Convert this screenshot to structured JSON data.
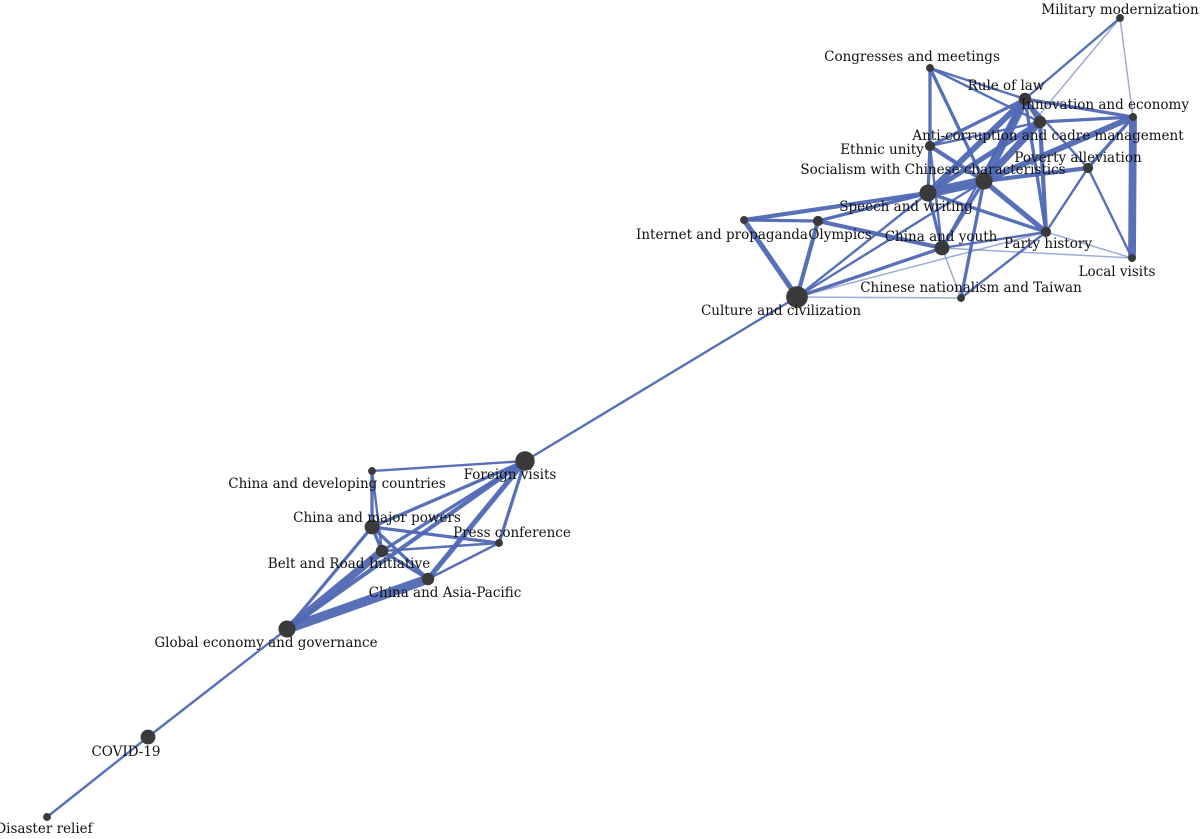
{
  "colors": {
    "edge": "#4f68b4",
    "node": "#3a3a3a",
    "label": "#111111",
    "background": "#ffffff"
  },
  "nodes": [
    {
      "id": "military",
      "label": "Military modernization",
      "weight": 1
    },
    {
      "id": "congresses",
      "label": "Congresses and meetings",
      "weight": 1
    },
    {
      "id": "rule_of_law",
      "label": "Rule of law",
      "weight": 3
    },
    {
      "id": "innovation",
      "label": "Innovation and economy",
      "weight": 1
    },
    {
      "id": "anticorruption",
      "label": "Anti-corruption and cadre management",
      "weight": 3
    },
    {
      "id": "ethnic",
      "label": "Ethnic unity",
      "weight": 2
    },
    {
      "id": "poverty",
      "label": "Poverty alleviation",
      "weight": 2
    },
    {
      "id": "socialism",
      "label": "Socialism with Chinese characteristics",
      "weight": 5
    },
    {
      "id": "speech",
      "label": "Speech and writing",
      "weight": 5
    },
    {
      "id": "internet",
      "label": "Internet and propaganda",
      "weight": 1
    },
    {
      "id": "olympics",
      "label": "Olympics",
      "weight": 2
    },
    {
      "id": "youth",
      "label": "China and youth",
      "weight": 4
    },
    {
      "id": "party",
      "label": "Party history",
      "weight": 2
    },
    {
      "id": "local",
      "label": "Local visits",
      "weight": 1
    },
    {
      "id": "nationalism",
      "label": "Chinese nationalism and Taiwan",
      "weight": 1
    },
    {
      "id": "culture",
      "label": "Culture and civilization",
      "weight": 7
    },
    {
      "id": "foreign",
      "label": "Foreign visits",
      "weight": 6
    },
    {
      "id": "developing",
      "label": "China and developing countries",
      "weight": 1
    },
    {
      "id": "major",
      "label": "China and major powers",
      "weight": 4
    },
    {
      "id": "press",
      "label": "Press conference",
      "weight": 1
    },
    {
      "id": "bri",
      "label": "Belt and Road Initiative",
      "weight": 3
    },
    {
      "id": "asiapac",
      "label": "China and Asia-Pacific",
      "weight": 3
    },
    {
      "id": "global",
      "label": "Global economy and governance",
      "weight": 5
    },
    {
      "id": "covid",
      "label": "COVID-19",
      "weight": 4
    },
    {
      "id": "disaster",
      "label": "Disaster relief",
      "weight": 1
    }
  ],
  "edges": [
    {
      "source": "military",
      "target": "rule_of_law",
      "weight": 2
    },
    {
      "source": "military",
      "target": "innovation",
      "weight": 1
    },
    {
      "source": "military",
      "target": "socialism",
      "weight": 1
    },
    {
      "source": "congresses",
      "target": "rule_of_law",
      "weight": 2
    },
    {
      "source": "congresses",
      "target": "ethnic",
      "weight": 3
    },
    {
      "source": "congresses",
      "target": "socialism",
      "weight": 3
    },
    {
      "source": "congresses",
      "target": "anticorruption",
      "weight": 2
    },
    {
      "source": "rule_of_law",
      "target": "innovation",
      "weight": 3
    },
    {
      "source": "rule_of_law",
      "target": "anticorruption",
      "weight": 4
    },
    {
      "source": "rule_of_law",
      "target": "socialism",
      "weight": 9
    },
    {
      "source": "rule_of_law",
      "target": "speech",
      "weight": 6
    },
    {
      "source": "rule_of_law",
      "target": "ethnic",
      "weight": 3
    },
    {
      "source": "rule_of_law",
      "target": "poverty",
      "weight": 2
    },
    {
      "source": "rule_of_law",
      "target": "youth",
      "weight": 2
    },
    {
      "source": "rule_of_law",
      "target": "party",
      "weight": 3
    },
    {
      "source": "innovation",
      "target": "socialism",
      "weight": 6
    },
    {
      "source": "innovation",
      "target": "anticorruption",
      "weight": 3
    },
    {
      "source": "innovation",
      "target": "poverty",
      "weight": 3
    },
    {
      "source": "innovation",
      "target": "local",
      "weight": 8
    },
    {
      "source": "anticorruption",
      "target": "socialism",
      "weight": 7
    },
    {
      "source": "anticorruption",
      "target": "speech",
      "weight": 5
    },
    {
      "source": "anticorruption",
      "target": "party",
      "weight": 4
    },
    {
      "source": "anticorruption",
      "target": "ethnic",
      "weight": 2
    },
    {
      "source": "ethnic",
      "target": "socialism",
      "weight": 4
    },
    {
      "source": "ethnic",
      "target": "speech",
      "weight": 3
    },
    {
      "source": "ethnic",
      "target": "youth",
      "weight": 2
    },
    {
      "source": "poverty",
      "target": "socialism",
      "weight": 4
    },
    {
      "source": "poverty",
      "target": "party",
      "weight": 2
    },
    {
      "source": "poverty",
      "target": "local",
      "weight": 2
    },
    {
      "source": "socialism",
      "target": "speech",
      "weight": 10
    },
    {
      "source": "socialism",
      "target": "party",
      "weight": 5
    },
    {
      "source": "socialism",
      "target": "nationalism",
      "weight": 3
    },
    {
      "source": "socialism",
      "target": "youth",
      "weight": 3
    },
    {
      "source": "socialism",
      "target": "culture",
      "weight": 2
    },
    {
      "source": "socialism",
      "target": "olympics",
      "weight": 1
    },
    {
      "source": "speech",
      "target": "internet",
      "weight": 4
    },
    {
      "source": "speech",
      "target": "olympics",
      "weight": 3
    },
    {
      "source": "speech",
      "target": "youth",
      "weight": 3
    },
    {
      "source": "speech",
      "target": "culture",
      "weight": 2
    },
    {
      "source": "speech",
      "target": "party",
      "weight": 3
    },
    {
      "source": "internet",
      "target": "olympics",
      "weight": 3
    },
    {
      "source": "internet",
      "target": "culture",
      "weight": 5
    },
    {
      "source": "olympics",
      "target": "culture",
      "weight": 4
    },
    {
      "source": "olympics",
      "target": "youth",
      "weight": 4
    },
    {
      "source": "youth",
      "target": "culture",
      "weight": 3
    },
    {
      "source": "youth",
      "target": "party",
      "weight": 2
    },
    {
      "source": "youth",
      "target": "nationalism",
      "weight": 1
    },
    {
      "source": "youth",
      "target": "local",
      "weight": 1
    },
    {
      "source": "party",
      "target": "nationalism",
      "weight": 2
    },
    {
      "source": "party",
      "target": "local",
      "weight": 1
    },
    {
      "source": "party",
      "target": "culture",
      "weight": 1
    },
    {
      "source": "nationalism",
      "target": "culture",
      "weight": 1
    },
    {
      "source": "culture",
      "target": "foreign",
      "weight": 2
    },
    {
      "source": "foreign",
      "target": "developing",
      "weight": 2
    },
    {
      "source": "foreign",
      "target": "major",
      "weight": 3
    },
    {
      "source": "foreign",
      "target": "press",
      "weight": 3
    },
    {
      "source": "foreign",
      "target": "bri",
      "weight": 3
    },
    {
      "source": "foreign",
      "target": "asiapac",
      "weight": 5
    },
    {
      "source": "foreign",
      "target": "global",
      "weight": 4
    },
    {
      "source": "developing",
      "target": "major",
      "weight": 3
    },
    {
      "source": "developing",
      "target": "bri",
      "weight": 2
    },
    {
      "source": "major",
      "target": "press",
      "weight": 3
    },
    {
      "source": "major",
      "target": "bri",
      "weight": 3
    },
    {
      "source": "major",
      "target": "asiapac",
      "weight": 3
    },
    {
      "source": "major",
      "target": "global",
      "weight": 3
    },
    {
      "source": "press",
      "target": "bri",
      "weight": 2
    },
    {
      "source": "press",
      "target": "asiapac",
      "weight": 2
    },
    {
      "source": "bri",
      "target": "asiapac",
      "weight": 3
    },
    {
      "source": "bri",
      "target": "global",
      "weight": 8
    },
    {
      "source": "asiapac",
      "target": "global",
      "weight": 10
    },
    {
      "source": "global",
      "target": "covid",
      "weight": 2
    },
    {
      "source": "covid",
      "target": "disaster",
      "weight": 2
    }
  ]
}
